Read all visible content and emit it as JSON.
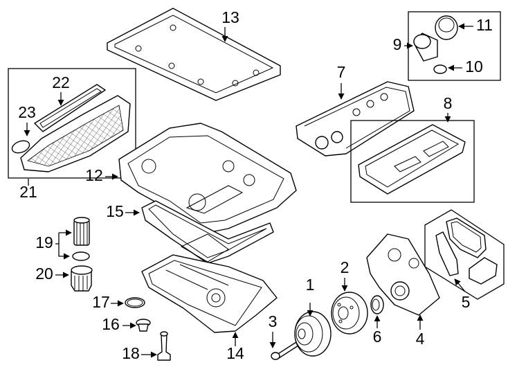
{
  "callouts": {
    "c1": "1",
    "c2": "2",
    "c3": "3",
    "c4": "4",
    "c5": "5",
    "c6": "6",
    "c7": "7",
    "c8": "8",
    "c9": "9",
    "c10": "10",
    "c11": "11",
    "c12": "12",
    "c13": "13",
    "c14": "14",
    "c15": "15",
    "c16": "16",
    "c17": "17",
    "c18": "18",
    "c19": "19",
    "c20": "20",
    "c21": "21",
    "c22": "22",
    "c23": "23"
  },
  "colors": {
    "line": "#000000",
    "background": "#ffffff"
  }
}
